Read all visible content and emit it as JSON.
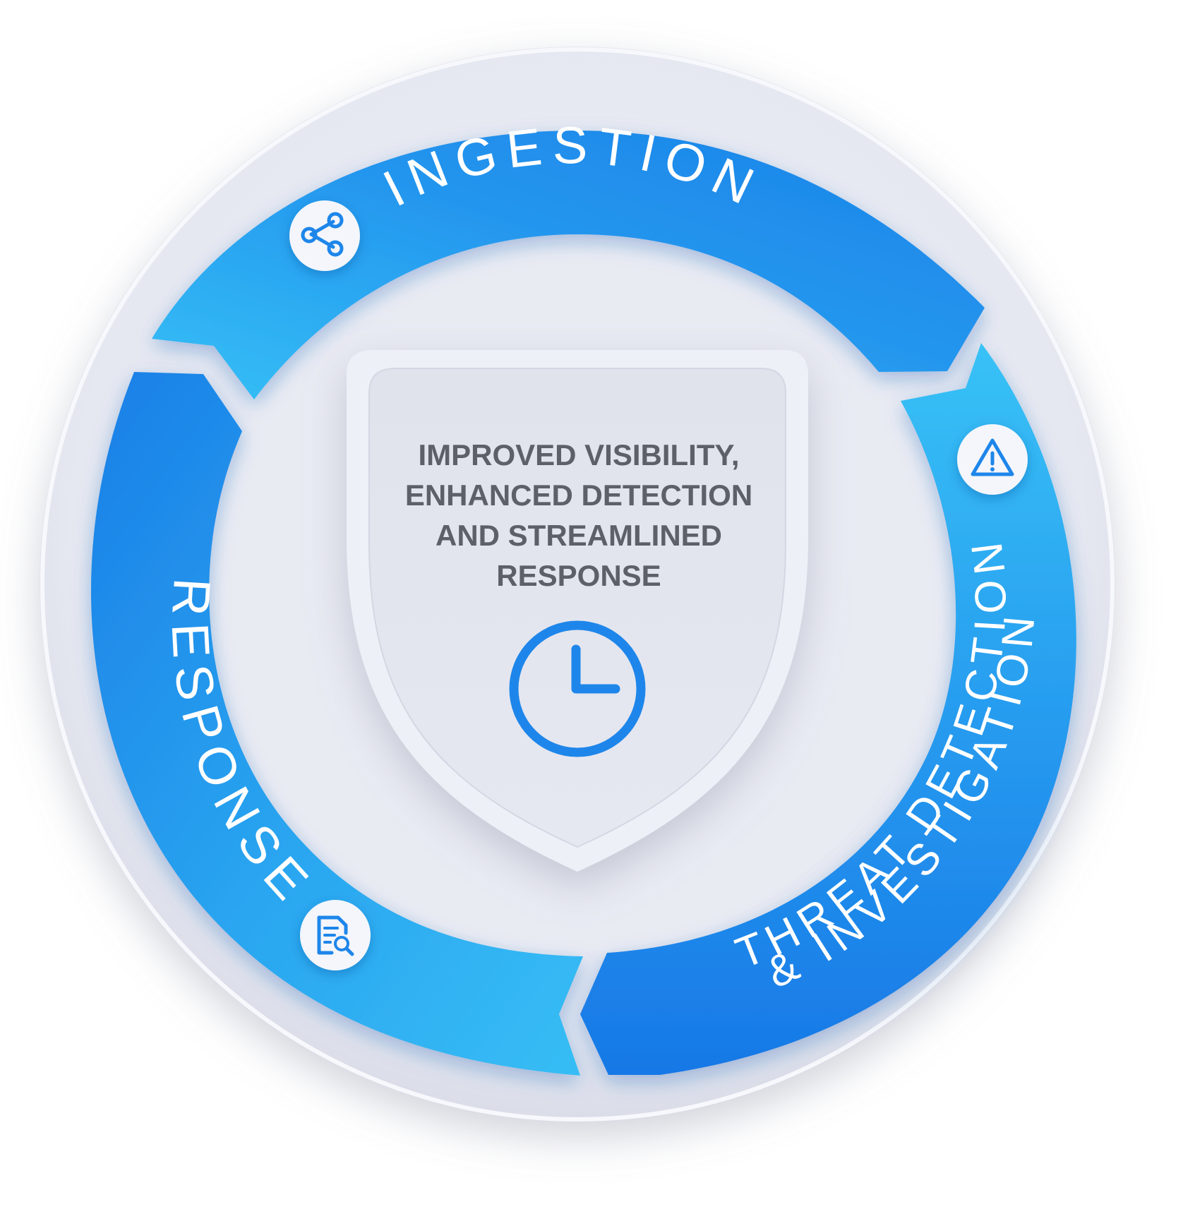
{
  "center": {
    "lines": [
      "IMPROVED VISIBILITY,",
      "ENHANCED DETECTION",
      "AND STREAMLINED",
      "RESPONSE"
    ],
    "icon": "clock-icon"
  },
  "stages": [
    {
      "label": "INGESTION",
      "icon": "share-nodes-icon"
    },
    {
      "label_line1": "THREAT DETECTION",
      "label_line2": "& INVESTIGATION",
      "icon": "warning-triangle-icon"
    },
    {
      "label": "RESPONSE",
      "icon": "document-search-icon"
    }
  ],
  "colors": {
    "accent_light": "#3dbdf5",
    "accent_dark": "#1a7fe6",
    "disc": "#eceef5",
    "text": "#5d6068"
  }
}
